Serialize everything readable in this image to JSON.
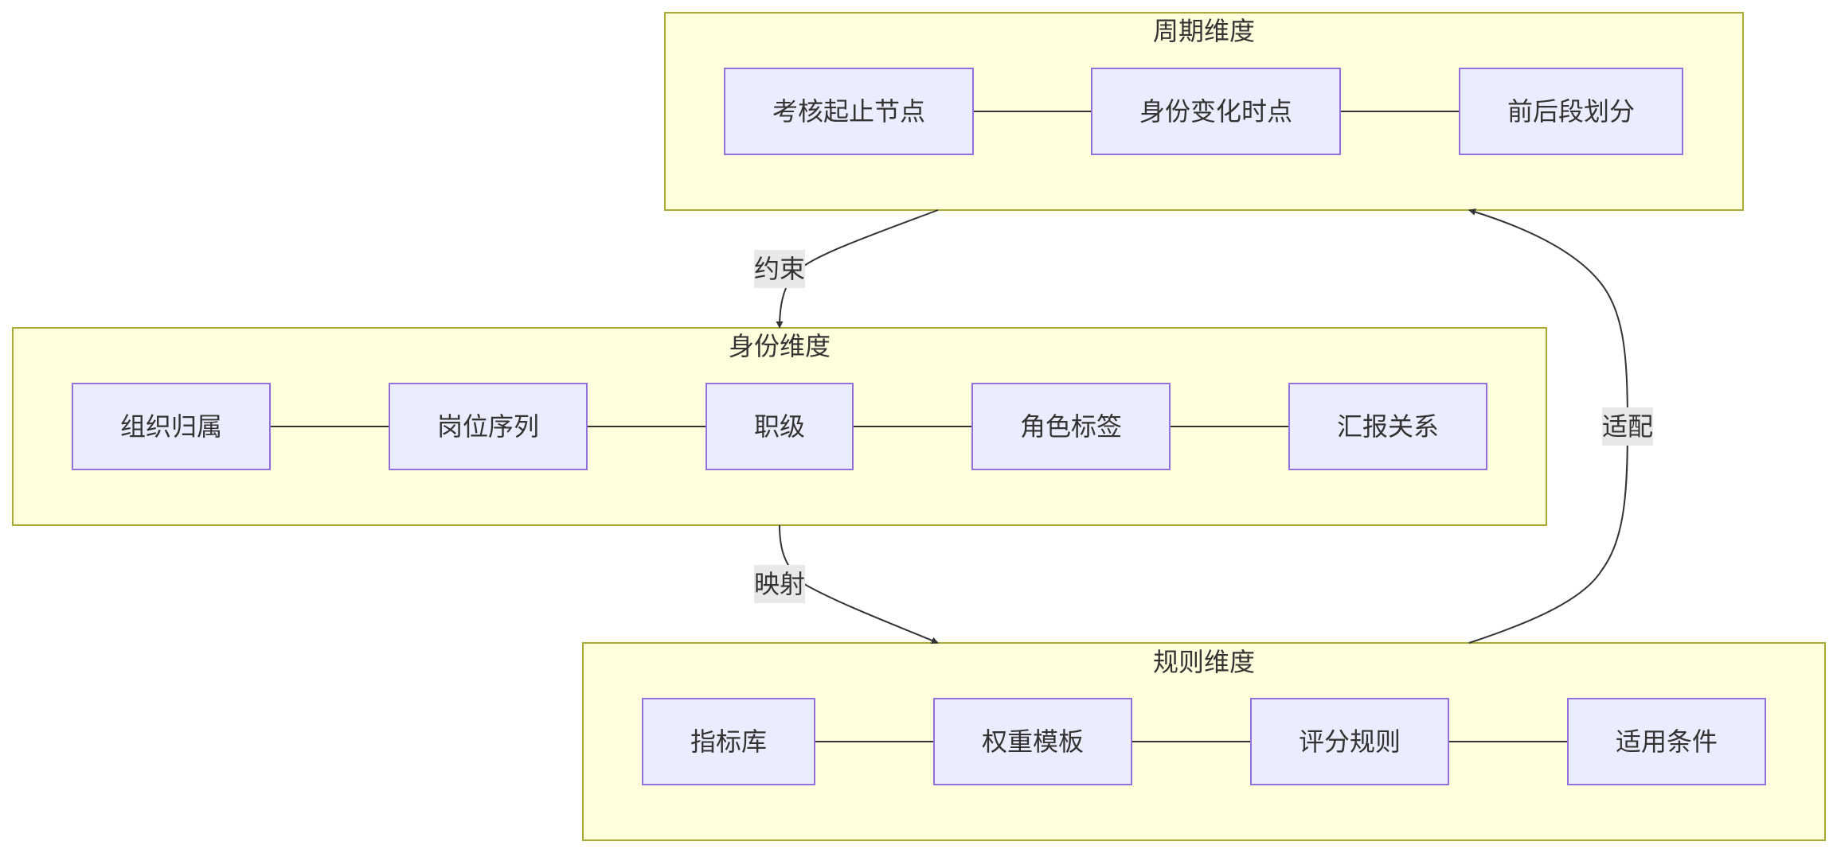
{
  "clusters": {
    "cycle": {
      "title": "周期维度",
      "nodes": [
        "考核起止节点",
        "身份变化时点",
        "前后段划分"
      ]
    },
    "identity": {
      "title": "身份维度",
      "nodes": [
        "组织归属",
        "岗位序列",
        "职级",
        "角色标签",
        "汇报关系"
      ]
    },
    "rules": {
      "title": "规则维度",
      "nodes": [
        "指标库",
        "权重模板",
        "评分规则",
        "适用条件"
      ]
    }
  },
  "edges": {
    "constrain": "约束",
    "map": "映射",
    "adapt": "适配"
  },
  "colors": {
    "cluster_fill": "#ffffde",
    "cluster_stroke": "#aaaa33",
    "node_fill": "#ececff",
    "node_stroke": "#9370db",
    "line": "#333333",
    "label_bg": "#e8e8e8"
  }
}
